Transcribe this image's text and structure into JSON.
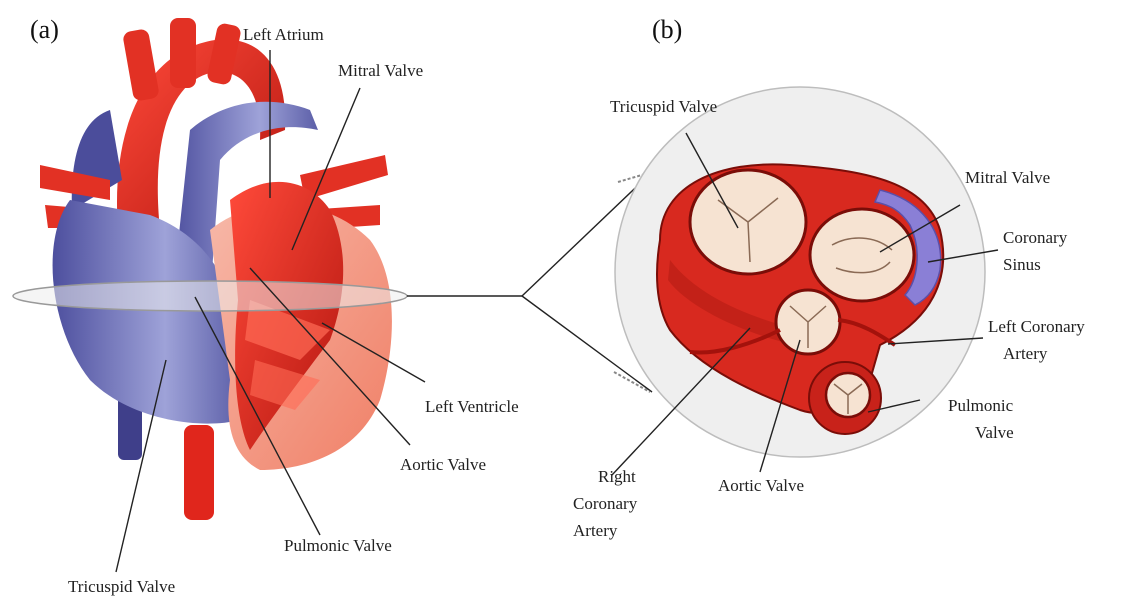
{
  "panels": {
    "a": "(a)",
    "b": "(b)"
  },
  "labels_a": {
    "left_atrium": "Left Atrium",
    "mitral_valve": "Mitral Valve",
    "left_ventricle": "Left Ventricle",
    "aortic_valve": "Aortic Valve",
    "pulmonic_valve": "Pulmonic  Valve",
    "tricuspid_valve": "Tricuspid Valve"
  },
  "labels_b": {
    "tricuspid_valve": "Tricuspid Valve",
    "mitral_valve": "Mitral Valve",
    "coronary_sinus": [
      "Coronary",
      "Sinus"
    ],
    "left_coronary_artery": [
      "Left Coronary",
      "Artery"
    ],
    "pulmonic_valve": [
      "Pulmonic",
      "Valve"
    ],
    "aortic_valve": "Aortic Valve",
    "right_coronary_artery": [
      "Right",
      "Coronary",
      "Artery"
    ]
  },
  "colors": {
    "myocardium": "#d8291f",
    "deoxygenated": "#6f6fb8",
    "valve_tissue": "#f6e3d2",
    "sinus": "#8a7fd6",
    "section_plane": "#e9e9e9"
  }
}
